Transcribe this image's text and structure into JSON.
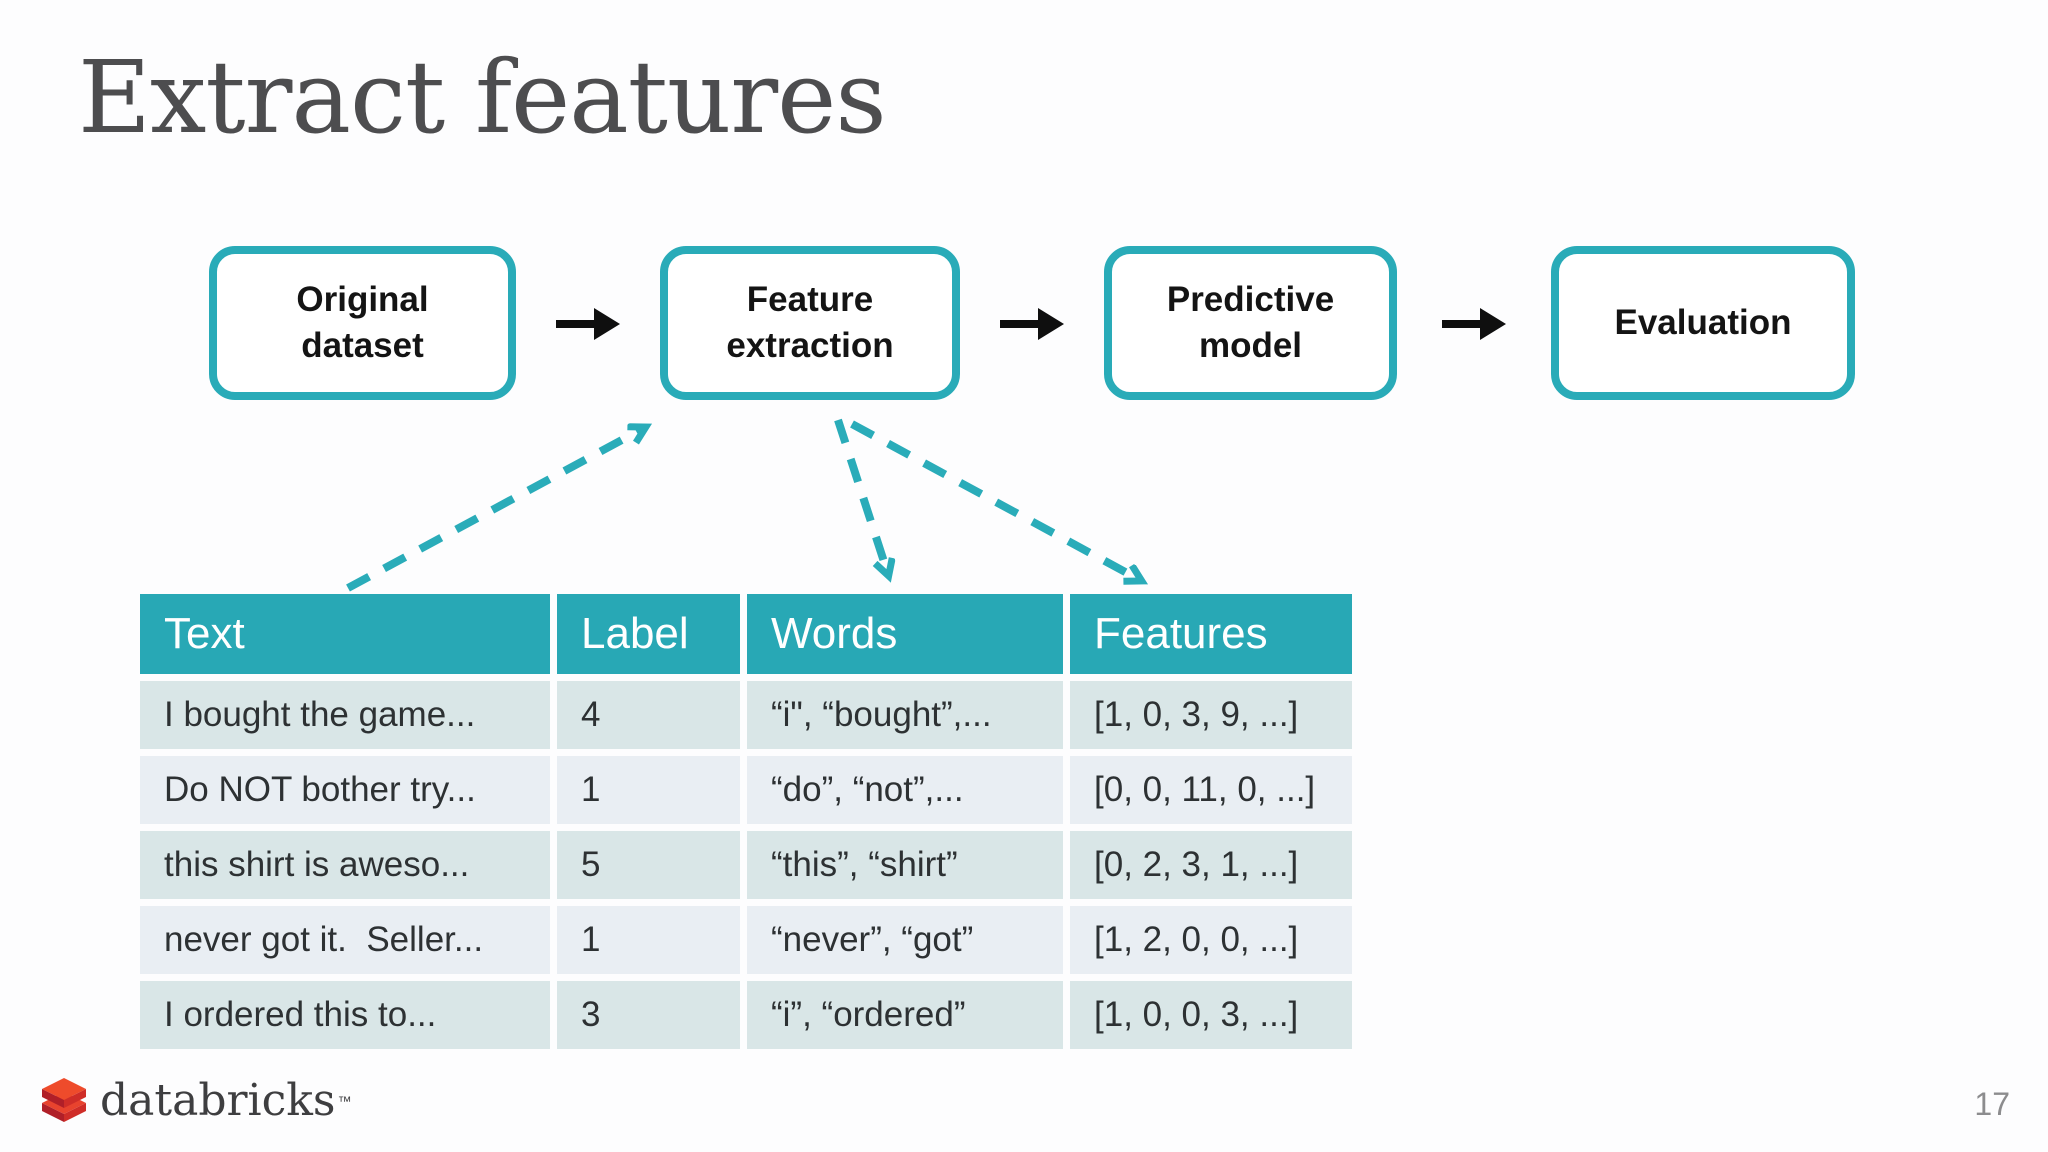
{
  "slide": {
    "title": "Extract features",
    "page_number": "17",
    "logo_text": "databricks",
    "logo_tm": "™"
  },
  "pipeline": {
    "boxes": [
      {
        "label": "Original\ndataset"
      },
      {
        "label": "Feature\nextraction"
      },
      {
        "label": "Predictive\nmodel"
      },
      {
        "label": "Evaluation"
      }
    ]
  },
  "table": {
    "headers": [
      "Text",
      "Label",
      "Words",
      "Features"
    ],
    "rows": [
      [
        "I bought the game...",
        "4",
        "“i\", “bought”,...",
        "[1, 0, 3, 9, ...]"
      ],
      [
        "Do NOT bother try...",
        "1",
        "“do”, “not”,...",
        "[0, 0, 11, 0, ...]"
      ],
      [
        "this shirt is aweso...",
        "5",
        "“this”, “shirt”",
        "[0, 2, 3, 1, ...]"
      ],
      [
        "never got it.  Seller...",
        "1",
        "“never”, “got”",
        "[1, 2, 0, 0, ...]"
      ],
      [
        "I ordered this to...",
        "3",
        "“i”, “ordered”",
        "[1, 0, 0, 3, ...]"
      ]
    ]
  },
  "colors": {
    "accent_teal": "#29abb8",
    "table_header_teal": "#28a8b5",
    "row_odd": "#d9e6e7",
    "row_even": "#e9eef3",
    "title_gray": "#4d4d4f",
    "logo_red_top": "#e8432e",
    "logo_red_dark": "#b01f28"
  }
}
